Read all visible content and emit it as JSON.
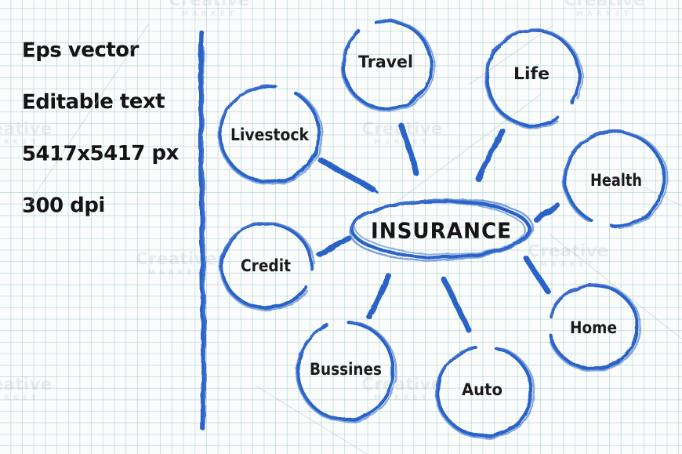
{
  "panel": {
    "lines": [
      {
        "text": "Eps vector"
      },
      {
        "text": "Editable text"
      },
      {
        "text": "5417x5417 px"
      },
      {
        "text": "300 dpi"
      }
    ]
  },
  "diagram": {
    "center_label": "INSURANCE",
    "nodes": [
      {
        "label": "Travel"
      },
      {
        "label": "Life"
      },
      {
        "label": "Livestock"
      },
      {
        "label": "Health"
      },
      {
        "label": "Credit"
      },
      {
        "label": "Home"
      },
      {
        "label": "Bussines"
      },
      {
        "label": "Auto"
      }
    ]
  },
  "watermark": {
    "line1": "Creative",
    "line2": "MARKET"
  },
  "colors": {
    "ink_blue": "#2b63c8",
    "text_black": "#1b1b1b",
    "grid": "#c5dde2",
    "paper": "#fbfdfc"
  }
}
